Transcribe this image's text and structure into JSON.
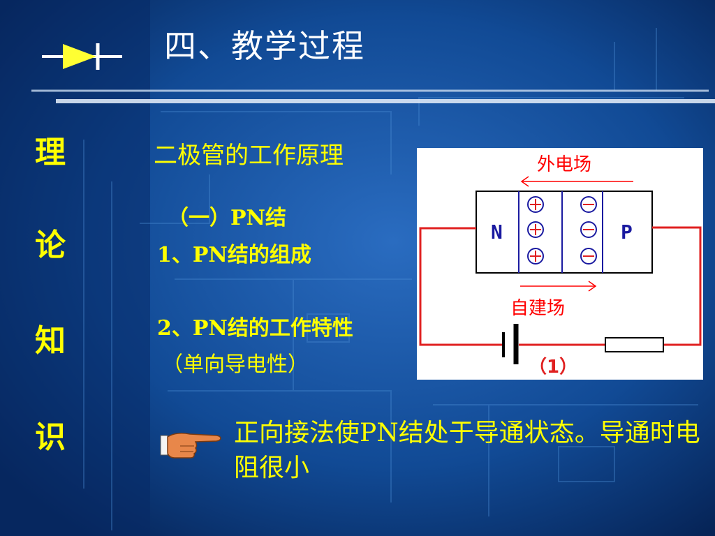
{
  "slide": {
    "title": "四、教学过程",
    "side_chars": [
      "理",
      "论",
      "知",
      "识"
    ],
    "heading": "二极管的工作原理",
    "section": "（一）PN结",
    "item1": "1、PN结的组成",
    "item2": "2、PN结的工作特性",
    "item2_sub": "（单向导电性）",
    "note": "正向接法使PN结处于导通状态。导通时电阻很小"
  },
  "figure": {
    "external_field_label": "外电场",
    "built_in_field_label": "自建场",
    "n_label": "N",
    "p_label": "P",
    "caption": "（1）"
  },
  "colors": {
    "background": "#0a2f6b",
    "text_yellow": "#ffff00",
    "text_white": "#ffffff",
    "wire_red": "#e02020",
    "label_red": "#ff0000",
    "semi_blue": "#1a1aa0",
    "diagram_bg": "#ffffff"
  },
  "icons": [
    "diode-icon",
    "pointing-hand-icon"
  ]
}
